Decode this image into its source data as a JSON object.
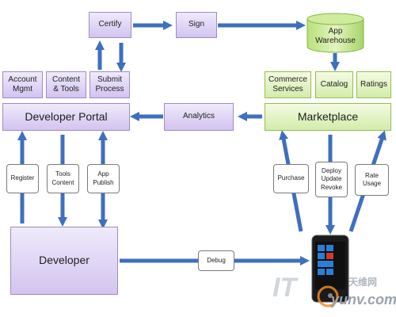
{
  "nodes": {
    "certify": "Certify",
    "sign": "Sign",
    "app_warehouse": "App\nWarehouse",
    "account_mgmt": "Account\nMgmt",
    "content_tools": "Content\n& Tools",
    "submit_process": "Submit\nProcess",
    "developer_portal": "Developer Portal",
    "analytics": "Analytics",
    "marketplace": "Marketplace",
    "commerce_services": "Commerce\nServices",
    "catalog": "Catalog",
    "ratings": "Ratings",
    "developer": "Developer"
  },
  "arrow_labels": {
    "register": "Register",
    "tools_content": "Tools\nContent",
    "app_publish": "App\nPublish",
    "purchase": "Purchase",
    "deploy_update_revoke": "Deploy\nUpdate\nRevoke",
    "rate_usage": "Rate\nUsage",
    "debug": "Debug"
  },
  "watermark": {
    "brand_cn": "天维网",
    "domain": "yunv.com"
  },
  "colors": {
    "portal_fill": "#d2c4f0",
    "marketplace_fill": "#d2ecaa",
    "arrow": "#3f6fbd"
  }
}
